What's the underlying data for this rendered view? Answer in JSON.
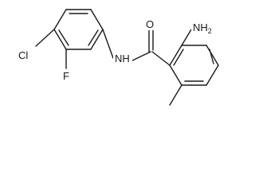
{
  "molecule": {
    "labels": {
      "nh2": "NH",
      "nh2_sub": "2",
      "o": "O",
      "nh": "NH",
      "cl": "Cl",
      "f": "F"
    }
  }
}
